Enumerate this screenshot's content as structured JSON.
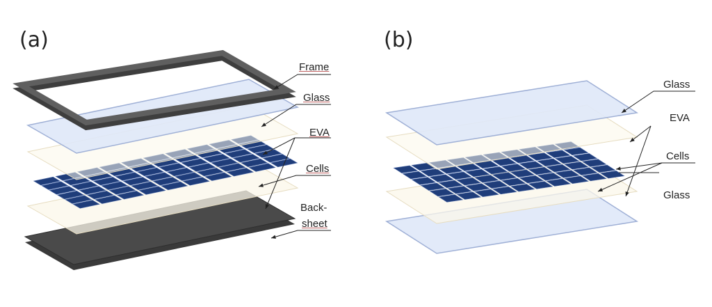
{
  "panel_a": {
    "tag": "(a)",
    "labels": {
      "frame": "Frame",
      "glass": "Glass",
      "eva": "EVA",
      "cells": "Cells",
      "backsheet_line1": "Back-",
      "backsheet_line2": "sheet"
    }
  },
  "panel_b": {
    "tag": "(b)",
    "labels": {
      "glass_top": "Glass",
      "eva": "EVA",
      "cells": "Cells",
      "glass_bottom": "Glass"
    }
  },
  "colors": {
    "frame": "#5f5f5f",
    "glass_fill": "#dfe8f8",
    "glass_edge": "#9fb0d6",
    "eva_fill": "#fbf7ea",
    "eva_edge": "#e6dcc0",
    "cell": "#1f3d7a",
    "cell_edge": "#ffffff",
    "backsheet": "#4a4a4a",
    "leader": "#222222"
  },
  "cell_grid": {
    "rows": 6,
    "cols": 10
  }
}
